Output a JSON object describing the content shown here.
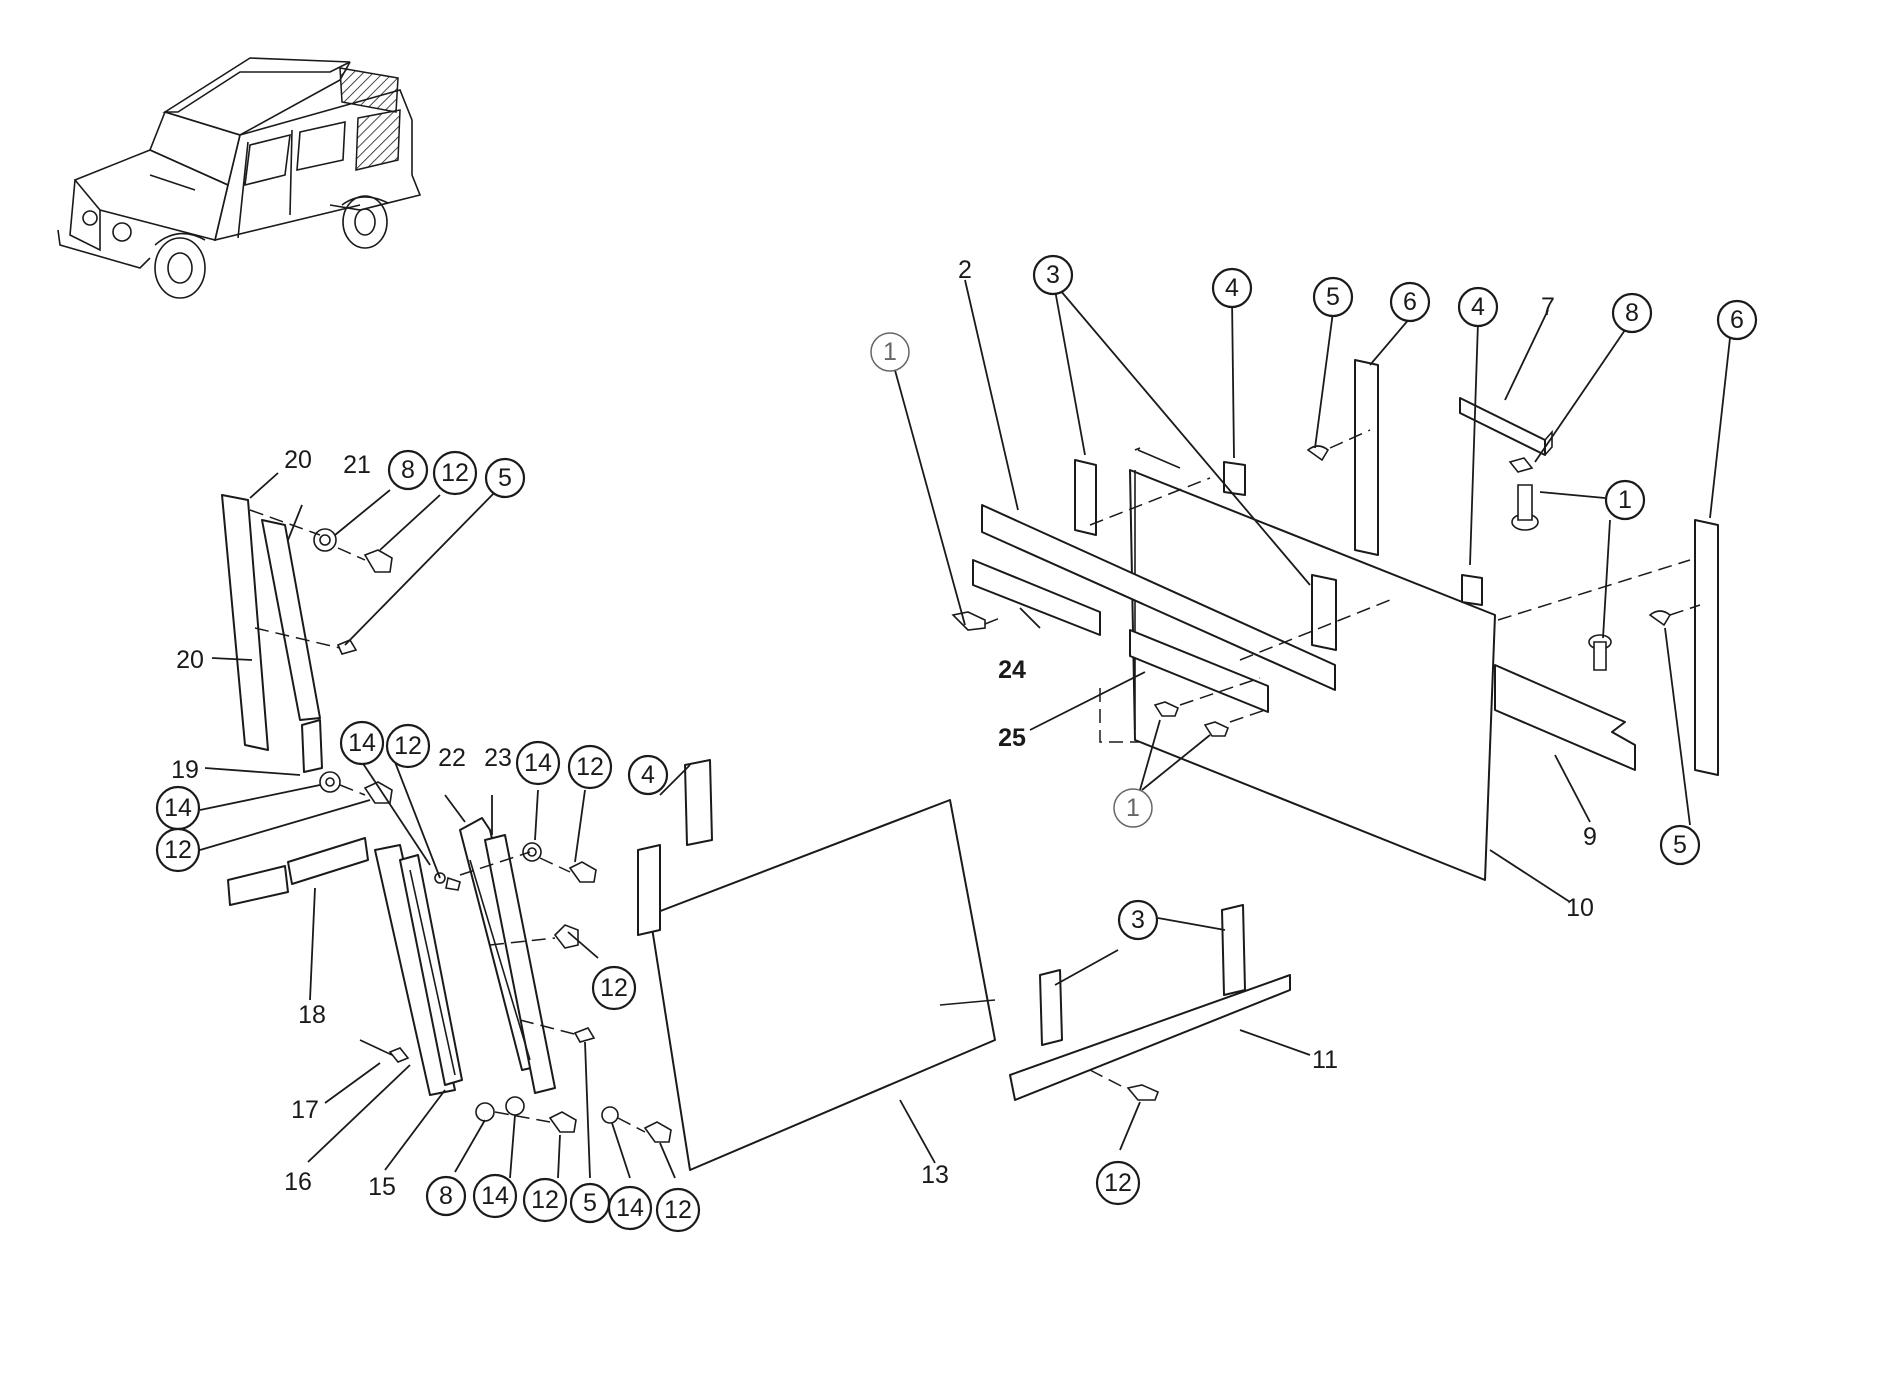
{
  "diagram": {
    "callouts": [
      {
        "id": "c1a",
        "label": "1",
        "circled": true,
        "style": "light"
      },
      {
        "id": "c2",
        "label": "2",
        "circled": false
      },
      {
        "id": "c3a",
        "label": "3",
        "circled": true
      },
      {
        "id": "c4a",
        "label": "4",
        "circled": true
      },
      {
        "id": "c5a",
        "label": "5",
        "circled": true
      },
      {
        "id": "c6a",
        "label": "6",
        "circled": true
      },
      {
        "id": "c4b",
        "label": "4",
        "circled": true
      },
      {
        "id": "c7",
        "label": "7",
        "circled": false
      },
      {
        "id": "c8a",
        "label": "8",
        "circled": true
      },
      {
        "id": "c6b",
        "label": "6",
        "circled": true
      },
      {
        "id": "c1b",
        "label": "1",
        "circled": true
      },
      {
        "id": "c24",
        "label": "24",
        "circled": false,
        "style": "bold"
      },
      {
        "id": "c25",
        "label": "25",
        "circled": false,
        "style": "bold"
      },
      {
        "id": "c1c",
        "label": "1",
        "circled": true,
        "style": "light"
      },
      {
        "id": "c9",
        "label": "9",
        "circled": false
      },
      {
        "id": "c5b",
        "label": "5",
        "circled": true
      },
      {
        "id": "c10",
        "label": "10",
        "circled": false
      },
      {
        "id": "c3b",
        "label": "3",
        "circled": true
      },
      {
        "id": "c11",
        "label": "11",
        "circled": false
      },
      {
        "id": "c12a",
        "label": "12",
        "circled": true
      },
      {
        "id": "c13",
        "label": "13",
        "circled": false
      },
      {
        "id": "c4c",
        "label": "4",
        "circled": true
      },
      {
        "id": "c20a",
        "label": "20",
        "circled": false
      },
      {
        "id": "c21",
        "label": "21",
        "circled": false
      },
      {
        "id": "c8b",
        "label": "8",
        "circled": true
      },
      {
        "id": "c12b",
        "label": "12",
        "circled": true
      },
      {
        "id": "c5c",
        "label": "5",
        "circled": true
      },
      {
        "id": "c20b",
        "label": "20",
        "circled": false
      },
      {
        "id": "c19",
        "label": "19",
        "circled": false
      },
      {
        "id": "c14a",
        "label": "14",
        "circled": true
      },
      {
        "id": "c12c",
        "label": "12",
        "circled": true
      },
      {
        "id": "c14b",
        "label": "14",
        "circled": true
      },
      {
        "id": "c12d",
        "label": "12",
        "circled": true
      },
      {
        "id": "c22",
        "label": "22",
        "circled": false
      },
      {
        "id": "c23",
        "label": "23",
        "circled": false
      },
      {
        "id": "c14c",
        "label": "14",
        "circled": true
      },
      {
        "id": "c12e",
        "label": "12",
        "circled": true
      },
      {
        "id": "c12f",
        "label": "12",
        "circled": true
      },
      {
        "id": "c18",
        "label": "18",
        "circled": false
      },
      {
        "id": "c17",
        "label": "17",
        "circled": false
      },
      {
        "id": "c16",
        "label": "16",
        "circled": false
      },
      {
        "id": "c15",
        "label": "15",
        "circled": false
      },
      {
        "id": "c8c",
        "label": "8",
        "circled": true
      },
      {
        "id": "c14d",
        "label": "14",
        "circled": true
      },
      {
        "id": "c12g",
        "label": "12",
        "circled": true
      },
      {
        "id": "c5d",
        "label": "5",
        "circled": true
      },
      {
        "id": "c14e",
        "label": "14",
        "circled": true
      },
      {
        "id": "c12h",
        "label": "12",
        "circled": true
      }
    ]
  }
}
